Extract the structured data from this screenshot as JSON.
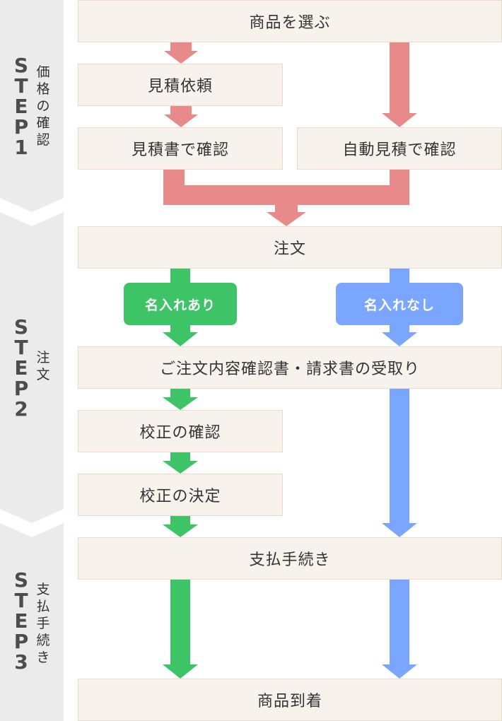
{
  "colors": {
    "sidebar": "#ebebeb",
    "box_fill": "#f7f3ec",
    "box_border": "#e8dcc8",
    "red_arrow": "#e88a8a",
    "green_arrow": "#3dc466",
    "blue_arrow": "#7aa6ff"
  },
  "steps": [
    {
      "word": "STEP1",
      "label": "価格の確認"
    },
    {
      "word": "STEP2",
      "label": "注文"
    },
    {
      "word": "STEP3",
      "label": "支払手続き"
    }
  ],
  "boxes": {
    "select_product": "商品を選ぶ",
    "quote_request": "見積依頼",
    "confirm_quote_doc": "見積書で確認",
    "confirm_auto_quote": "自動見積で確認",
    "order": "注文",
    "receive_docs": "ご注文内容確認書・請求書の受取り",
    "check_proof": "校正の確認",
    "decide_proof": "校正の決定",
    "payment": "支払手続き",
    "arrival": "商品到着"
  },
  "badges": {
    "with_name": "名入れあり",
    "without_name": "名入れなし"
  }
}
